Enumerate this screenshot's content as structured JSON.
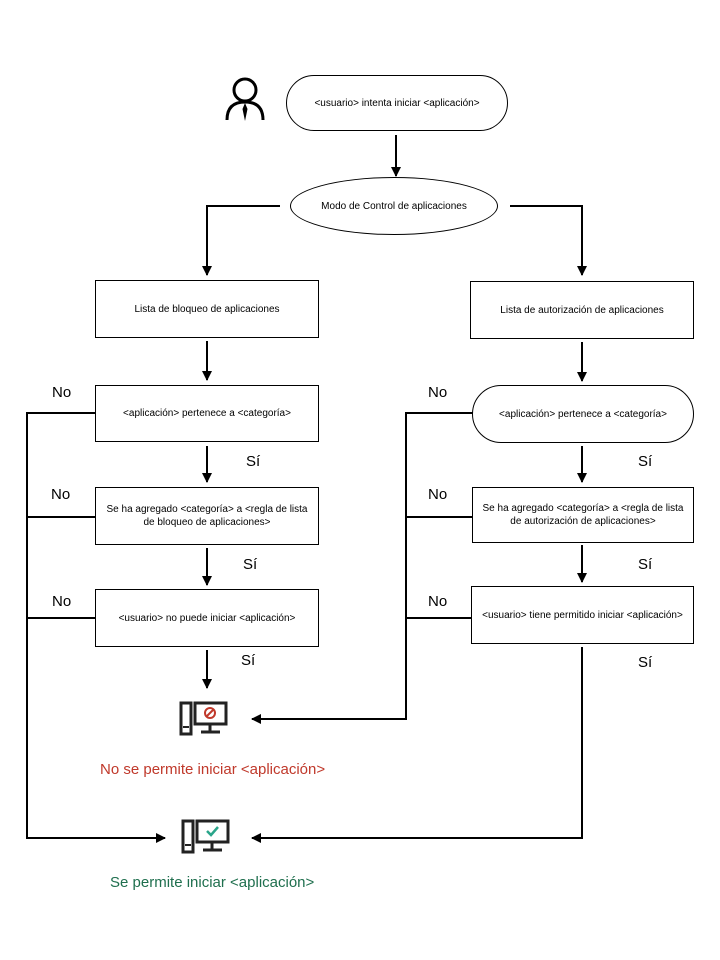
{
  "nodes": {
    "start": "<usuario> intenta iniciar <aplicación>",
    "mode": "Modo de Control de aplicaciones",
    "blocklist": "Lista de bloqueo de aplicaciones",
    "allowlist": "Lista de autorización de aplicaciones",
    "block_cat": "<aplicación> pertenece a <categoría>",
    "allow_cat": "<aplicación> pertenece a <categoría>",
    "block_rule": "Se ha agregado  <categoría> a <regla de lista de bloqueo de aplicaciones>",
    "allow_rule": "Se ha agregado <categoría> a <regla de lista de autorización de aplicaciones>",
    "block_user": "<usuario> no puede iniciar <aplicación>",
    "allow_user": "<usuario> tiene permitido iniciar <aplicación>"
  },
  "labels": {
    "no": "No",
    "yes": "Sí"
  },
  "results": {
    "denied": "No se permite iniciar <aplicación>",
    "allowed": "Se permite iniciar <aplicación>"
  },
  "colors": {
    "denied": "#c0392b",
    "allowed": "#1f6f4e",
    "check": "#2aa58a"
  },
  "icons": [
    "user-icon",
    "computer-blocked-icon",
    "computer-allowed-icon"
  ]
}
